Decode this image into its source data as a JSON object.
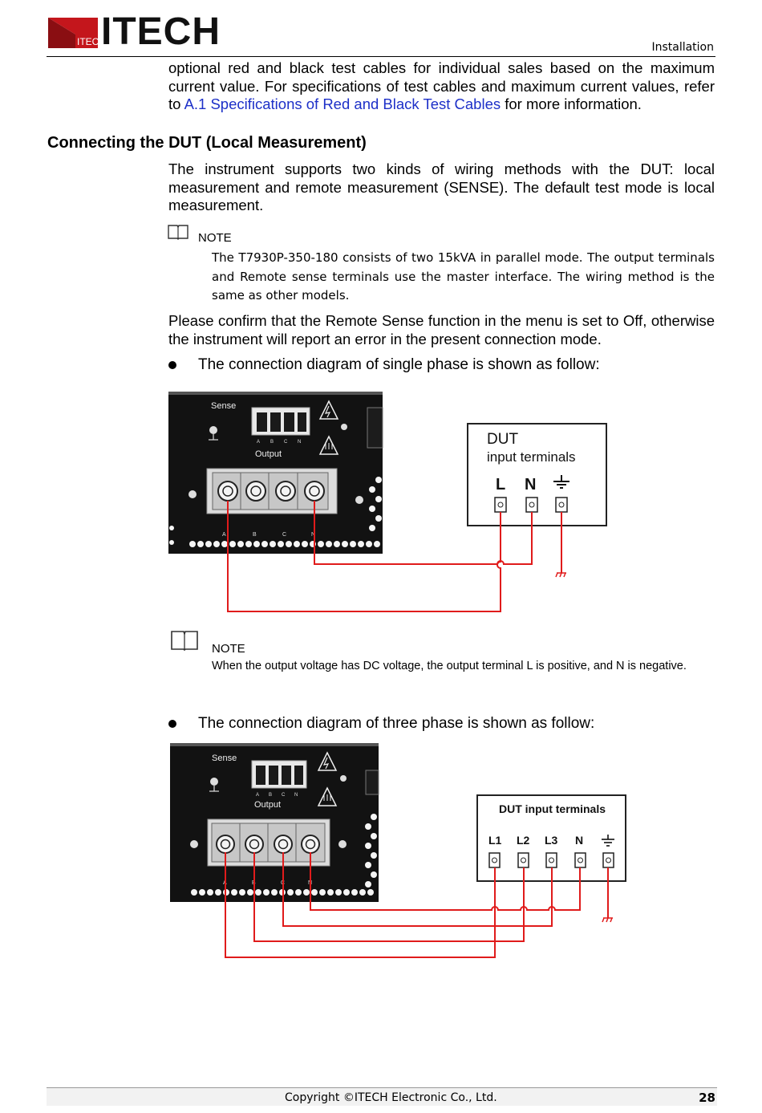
{
  "header": {
    "logo_text": "ITECH",
    "logo_tag": "ITECH",
    "section": "Installation"
  },
  "intro": {
    "text_before_link": "optional red and black test cables for individual sales based on the maximum current value. For specifications of test cables and maximum current values, refer to ",
    "link_text": "A.1 Specifications of Red and Black Test Cables",
    "text_after_link": " for more information."
  },
  "heading": "Connecting the DUT (Local Measurement)",
  "body1": "The instrument supports two kinds of wiring methods with the DUT: local measurement and remote measurement (SENSE). The default test mode is local measurement.",
  "note1": {
    "label": "NOTE",
    "text": "The T7930P-350-180 consists of two 15kVA in parallel mode. The output terminals and Remote sense terminals use the master interface. The wiring method is the same as other models."
  },
  "body2": "Please confirm that the Remote Sense function in the menu is set to Off, otherwise the instrument will report an error in the present connection mode.",
  "bullet1": "The connection diagram of single phase is shown as follow:",
  "diagram1": {
    "sense": "Sense",
    "output": "Output",
    "small_letters": [
      "A",
      "B",
      "C",
      "N"
    ],
    "terminal_letters": [
      "A",
      "B",
      "C",
      "N"
    ],
    "dut_title_1": "DUT",
    "dut_title_2": "input terminals",
    "dut_terminals": [
      "L",
      "N"
    ]
  },
  "note2": {
    "label": "NOTE",
    "text": "When the output voltage has DC voltage, the output terminal L is positive, and N is negative."
  },
  "bullet2": "The connection diagram of three phase is shown as follow:",
  "diagram2": {
    "sense": "Sense",
    "output": "Output",
    "small_letters": [
      "A",
      "B",
      "C",
      "N"
    ],
    "terminal_letters": [
      "A",
      "B",
      "C",
      "N"
    ],
    "dut_title": "DUT input terminals",
    "dut_terminals": [
      "L1",
      "L2",
      "L3",
      "N"
    ]
  },
  "footer": {
    "copyright": "Copyright ©ITECH Electronic Co., Ltd.",
    "page": "28"
  },
  "colors": {
    "wire": "#e01b1b",
    "link": "#1d30c8",
    "panel": "#111111"
  },
  "icons": [
    "note-book-icon",
    "ground-icon",
    "high-voltage-warning-icon",
    "hot-surface-warning-icon"
  ]
}
